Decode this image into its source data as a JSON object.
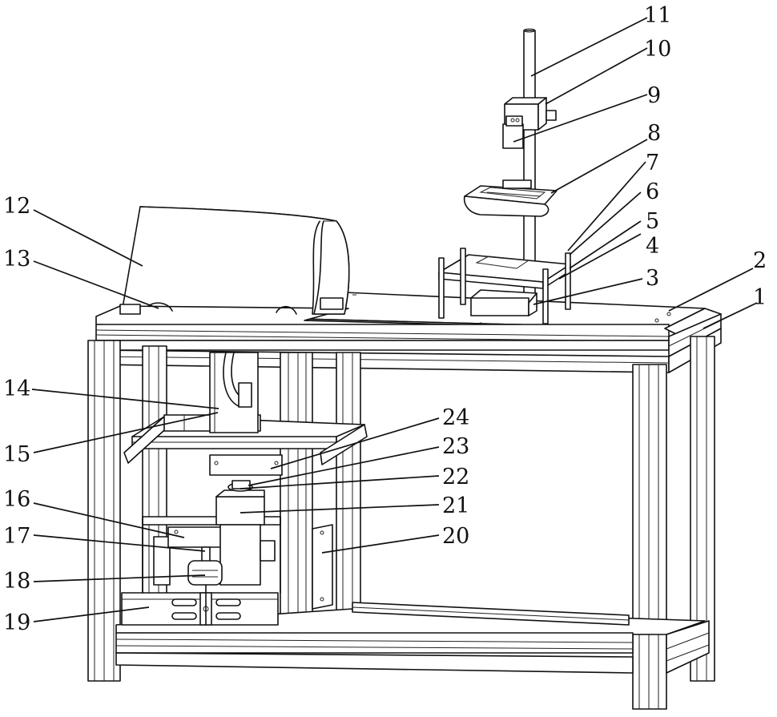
{
  "labels": [
    {
      "id": "1",
      "text": "1"
    },
    {
      "id": "2",
      "text": "2"
    },
    {
      "id": "3",
      "text": "3"
    },
    {
      "id": "4",
      "text": "4"
    },
    {
      "id": "5",
      "text": "5"
    },
    {
      "id": "6",
      "text": "6"
    },
    {
      "id": "7",
      "text": "7"
    },
    {
      "id": "8",
      "text": "8"
    },
    {
      "id": "9",
      "text": "9"
    },
    {
      "id": "10",
      "text": "10"
    },
    {
      "id": "11",
      "text": "11"
    },
    {
      "id": "12",
      "text": "12"
    },
    {
      "id": "13",
      "text": "13"
    },
    {
      "id": "14",
      "text": "14"
    },
    {
      "id": "15",
      "text": "15"
    },
    {
      "id": "16",
      "text": "16"
    },
    {
      "id": "17",
      "text": "17"
    },
    {
      "id": "18",
      "text": "18"
    },
    {
      "id": "19",
      "text": "19"
    },
    {
      "id": "20",
      "text": "20"
    },
    {
      "id": "21",
      "text": "21"
    },
    {
      "id": "22",
      "text": "22"
    },
    {
      "id": "23",
      "text": "23"
    },
    {
      "id": "24",
      "text": "24"
    }
  ]
}
